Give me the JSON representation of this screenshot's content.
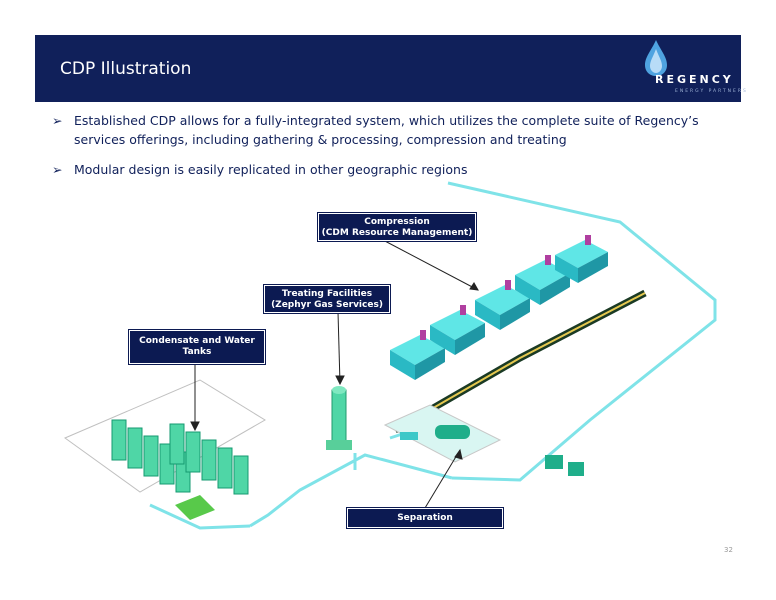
{
  "header": {
    "title": "CDP Illustration",
    "logo": {
      "name": "REGENCY",
      "tagline": "ENERGY PARTNERS",
      "icon": "flame-drop-icon"
    }
  },
  "bullets": [
    {
      "marker": "➢",
      "text": "Established CDP allows for a fully-integrated system, which utilizes the complete suite of Regency’s services offerings, including gathering & processing, compression and treating"
    },
    {
      "marker": "➢",
      "text": "Modular design is easily replicated in other geographic regions"
    }
  ],
  "callouts": {
    "compression": {
      "line1": "Compression",
      "line2": "(CDM Resource Management)"
    },
    "treating": {
      "line1": "Treating Facilities",
      "line2": "(Zephyr Gas Services)"
    },
    "tanks": {
      "line1": "Condensate and Water",
      "line2": "Tanks"
    },
    "separation": {
      "line1": "Separation"
    }
  },
  "page_number": "32",
  "colors": {
    "navy": "#10205a",
    "pipe": "#7fe3e8",
    "equipment": "#33c3c9",
    "tank": "#4fd6a6"
  }
}
